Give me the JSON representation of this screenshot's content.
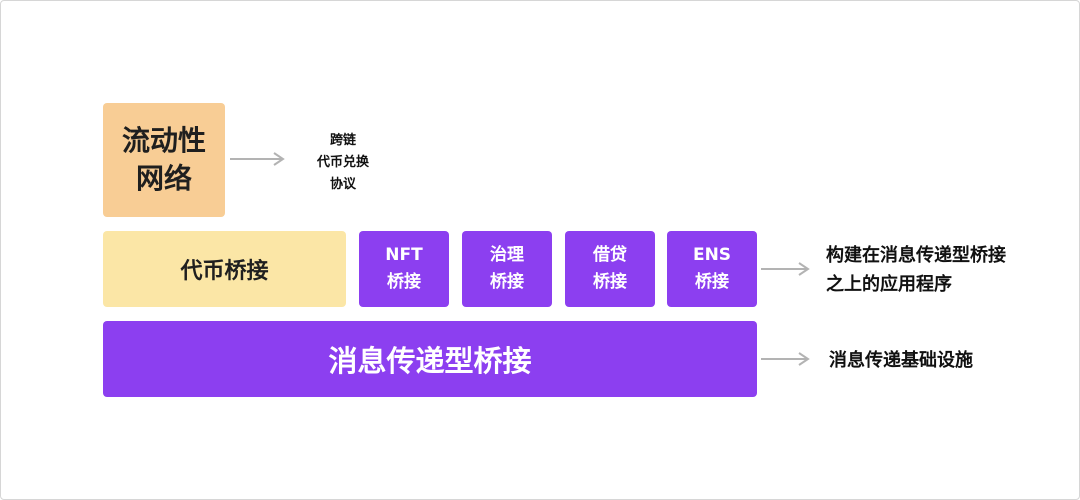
{
  "liquidity_network": {
    "line1": "流动性",
    "line2": "网络"
  },
  "cross_chain_protocol": {
    "line1": "跨链",
    "line2": "代币兑换",
    "line3": "协议"
  },
  "token_bridge": {
    "label": "代币桥接"
  },
  "app_bridges": [
    {
      "line1": "NFT",
      "line2": "桥接"
    },
    {
      "line1": "治理",
      "line2": "桥接"
    },
    {
      "line1": "借贷",
      "line2": "桥接"
    },
    {
      "line1": "ENS",
      "line2": "桥接"
    }
  ],
  "apps_caption": {
    "line1": "构建在消息传递型桥接",
    "line2": "之上的应用程序"
  },
  "messaging_bridge": {
    "label": "消息传递型桥接"
  },
  "infra_caption": {
    "label": "消息传递基础设施"
  },
  "colors": {
    "liquidity_box": "#f8cd95",
    "token_bridge_box": "#fbe6a6",
    "purple": "#8c3ff0",
    "arrow": "#b3b3b3"
  }
}
